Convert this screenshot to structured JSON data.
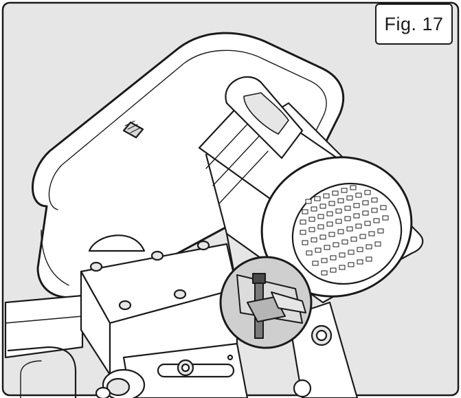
{
  "figure": {
    "label": "Fig. 17"
  },
  "illustration": {
    "subject": "bandsaw-motor-assembly",
    "background_color": "#e6e6e6",
    "line_color": "#1a1a1a",
    "fill_color": "#ffffff",
    "detail_highlight": "circular-magnifier-on-tension-bolt"
  }
}
